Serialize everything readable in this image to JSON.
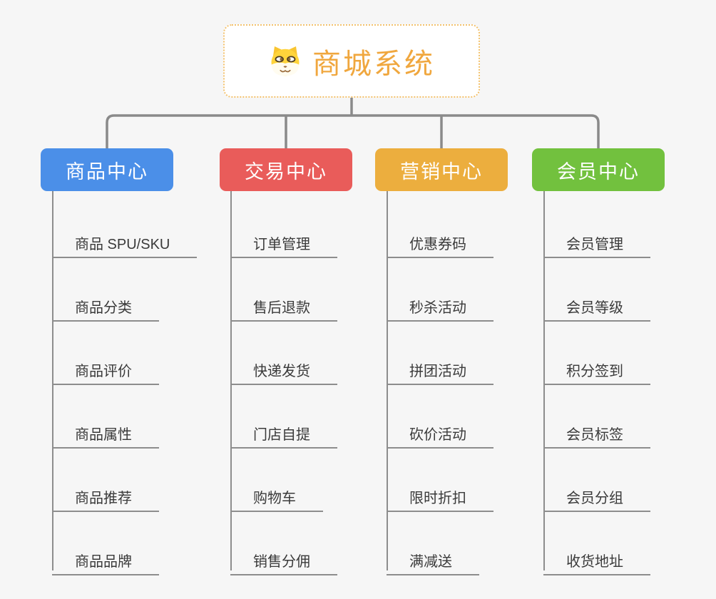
{
  "root": {
    "title": "商城系统",
    "icon": "shiba-dog-icon",
    "title_color": "#f0a73e",
    "border_color": "#f3c26e"
  },
  "connector_color": "#8a8a8a",
  "branches": [
    {
      "label": "商品中心",
      "color": "#4b8fe8",
      "items": [
        "商品 SPU/SKU",
        "商品分类",
        "商品评价",
        "商品属性",
        "商品推荐",
        "商品品牌"
      ]
    },
    {
      "label": "交易中心",
      "color": "#e95c5a",
      "items": [
        "订单管理",
        "售后退款",
        "快递发货",
        "门店自提",
        "购物车",
        "销售分佣"
      ]
    },
    {
      "label": "营销中心",
      "color": "#ecae3e",
      "items": [
        "优惠券码",
        "秒杀活动",
        "拼团活动",
        "砍价活动",
        "限时折扣",
        "满减送"
      ]
    },
    {
      "label": "会员中心",
      "color": "#72c13e",
      "items": [
        "会员管理",
        "会员等级",
        "积分签到",
        "会员标签",
        "会员分组",
        "收货地址"
      ]
    }
  ]
}
